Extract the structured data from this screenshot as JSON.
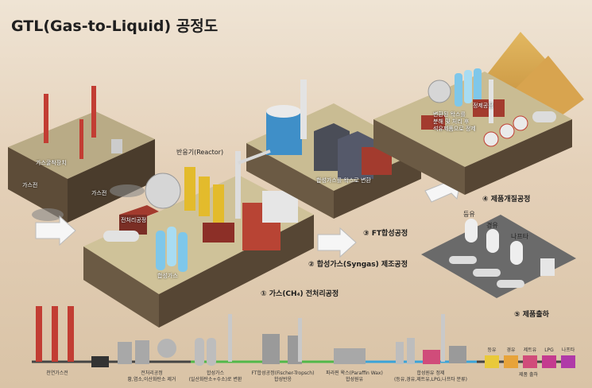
{
  "title": "GTL(Gas-to-Liquid) 공정도",
  "stages": {
    "s1": "① 가스(CH₄) 전처리공정",
    "s2": "② 합성가스(Syngas) 제조공정",
    "s3": "③ FT합성공정",
    "s4": "④ 제품개질공정",
    "s5": "⑤ 제품출하"
  },
  "scene_labels": {
    "gas_collection": "가스굴착장치",
    "gas_field_1": "가스전",
    "gas_field_2": "가스전",
    "reactor": "반응기(Reactor)",
    "pretreatment": "전처리공정",
    "syngas": "합성가스",
    "ft_wax": "합성가스를 왁스로 변환",
    "refinery": "정제공정",
    "refine_desc_1": "변환된 왁스를",
    "refine_desc_2": "분해 및 처리 후",
    "refine_desc_3": "석유제품으로 정제",
    "tank_diesel": "등유",
    "tank_light": "경유",
    "tank_naphtha": "나프타"
  },
  "flow": [
    {
      "line1": "천연가스전",
      "line2": ""
    },
    {
      "line1": "전처리공정",
      "line2": "황,염소,이산화탄소 제거"
    },
    {
      "line1": "합성가스",
      "line2": "(일산화탄소+수소)로 변환"
    },
    {
      "line1": "FT합성공정(Fischer-Tropsch)",
      "line2": "합성반응"
    },
    {
      "line1": "파라핀 왁스(Paraffin Wax)",
      "line2": "합성원유"
    },
    {
      "line1": "합성원유 정제",
      "line2": "(등유,경유,제트유,LPG,나프타 분류)"
    },
    {
      "line1": "제품 출하",
      "line2": ""
    }
  ],
  "products": [
    "등유",
    "경유",
    "제트유",
    "LPG",
    "나프타"
  ],
  "product_colors": [
    "#e9c93a",
    "#e7a33a",
    "#d04c7a",
    "#c43b8f",
    "#b03aa8"
  ],
  "colors": {
    "platform_top": "#cdbf98",
    "platform_side": "#6b5a44",
    "pipe_red": "#d9483b",
    "pipe_green": "#52b84a",
    "pipe_blue": "#3aa3d9"
  }
}
